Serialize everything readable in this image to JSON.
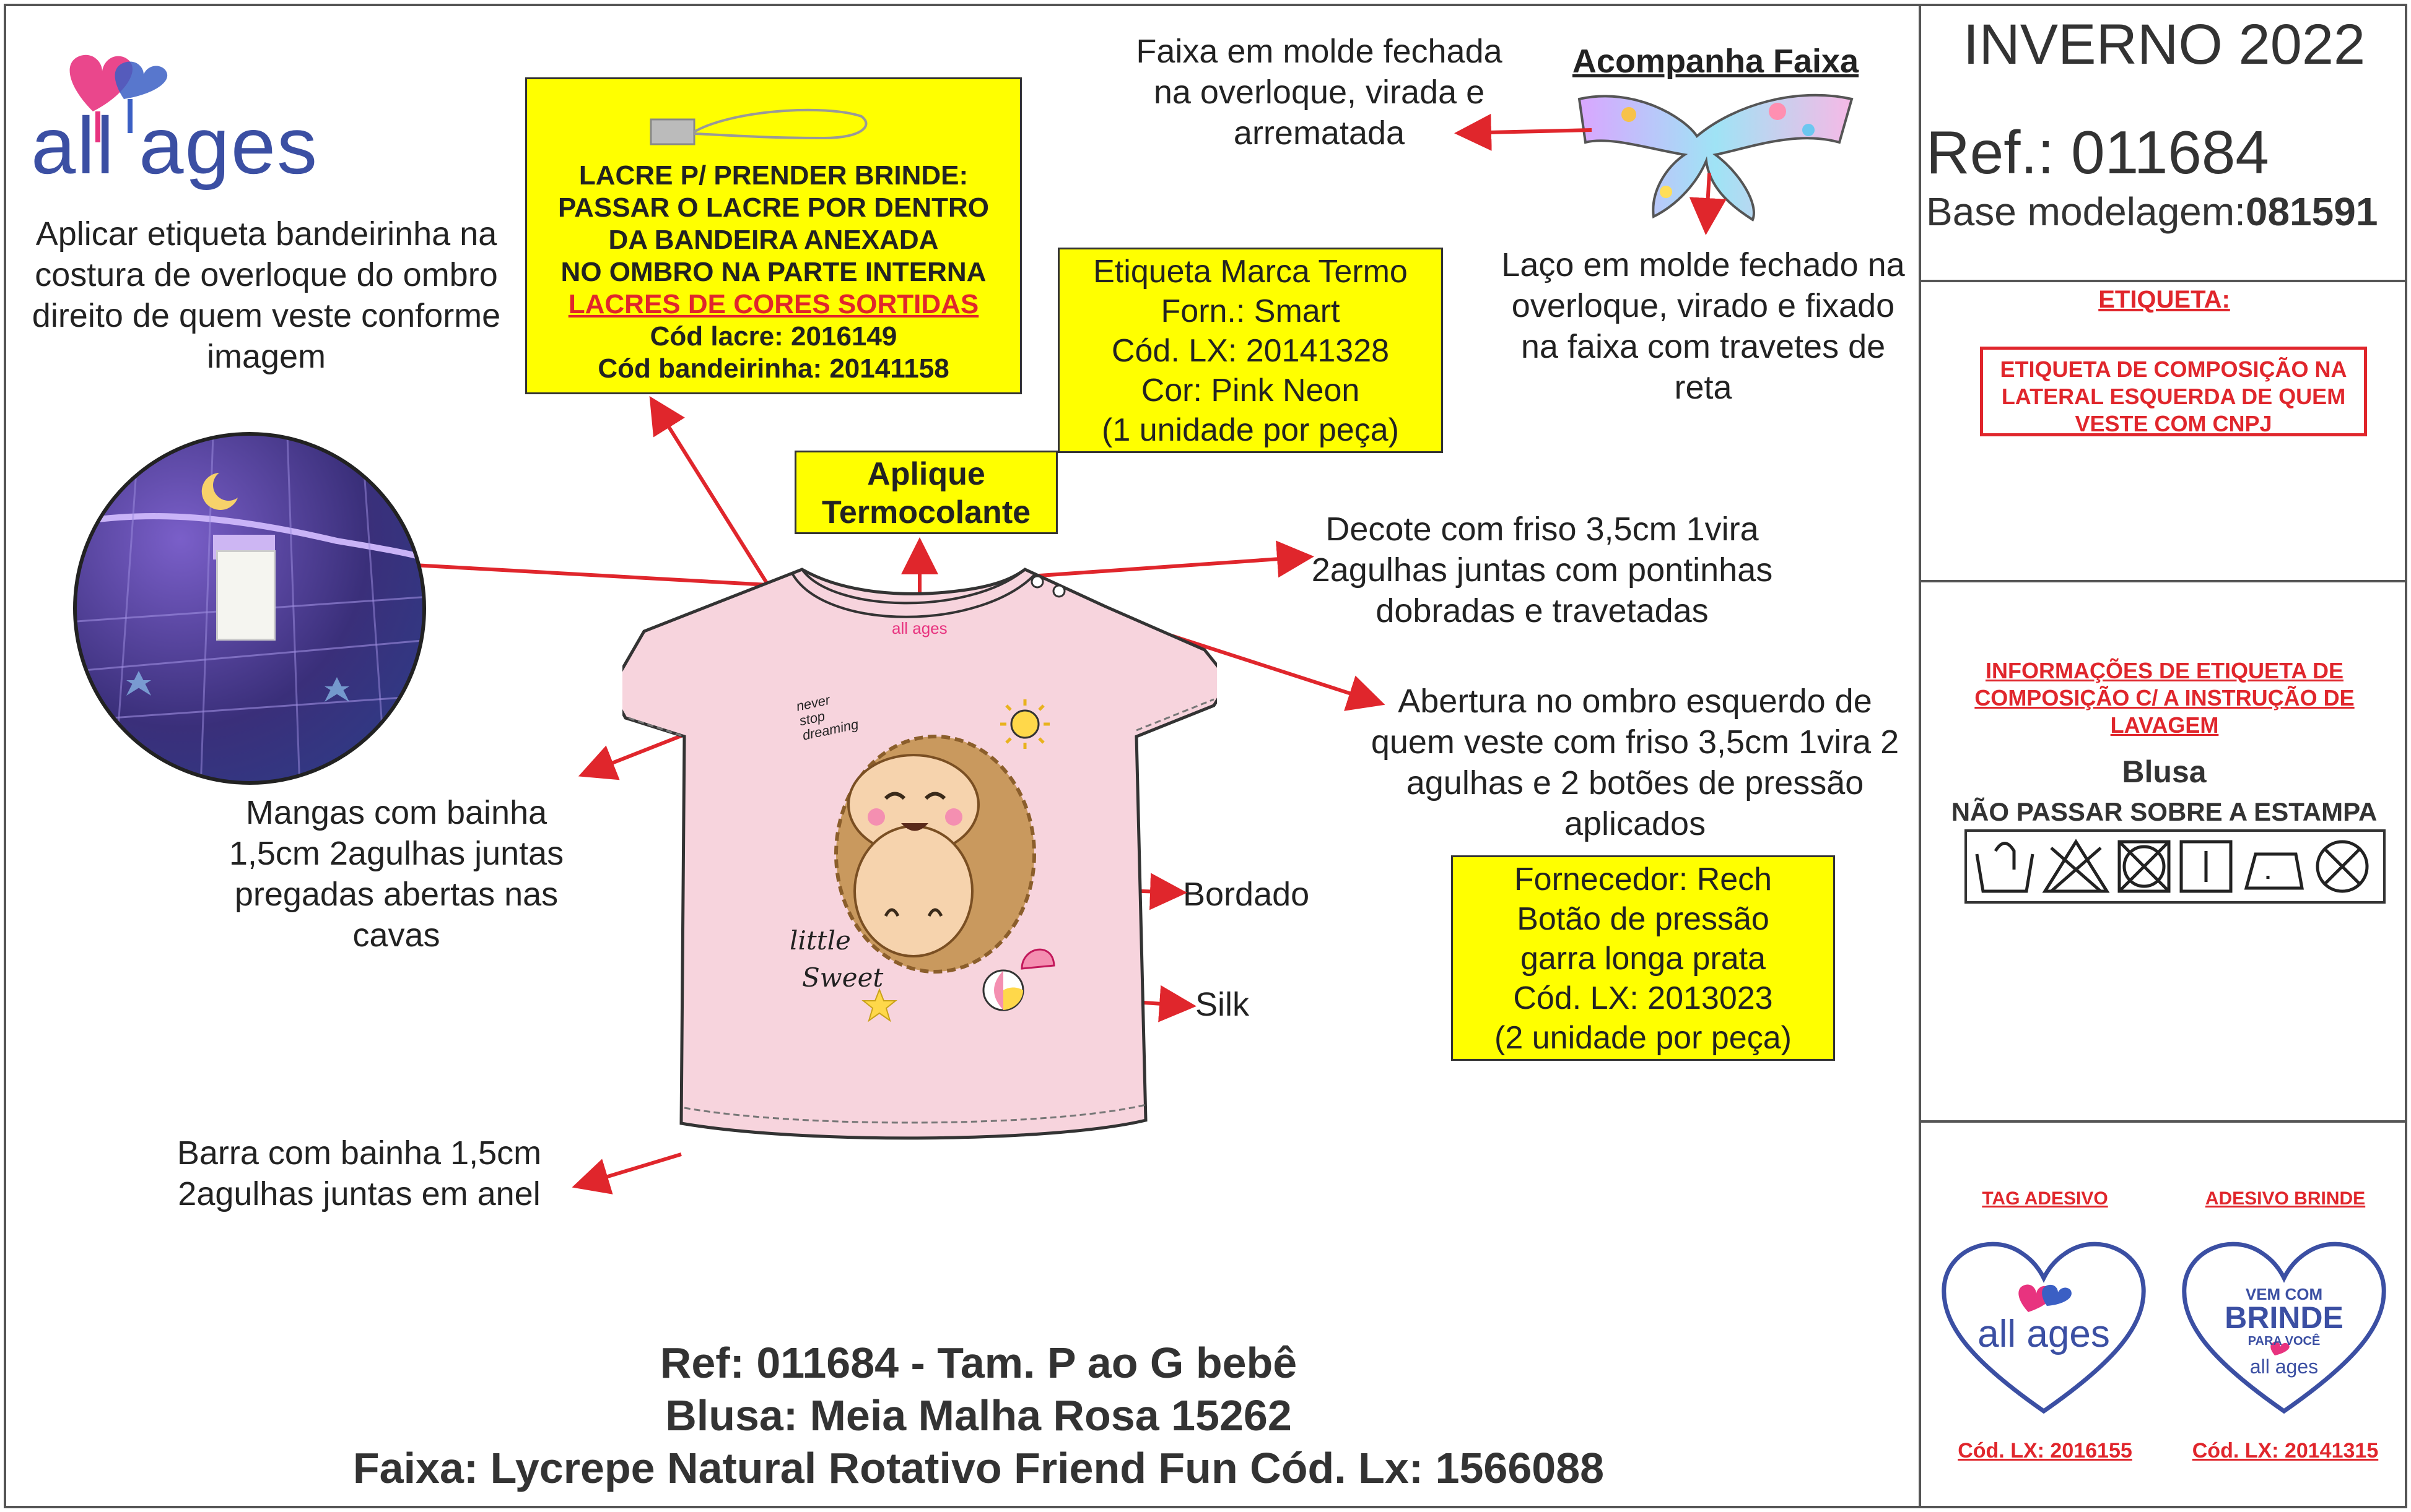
{
  "brand": {
    "name": "all ages"
  },
  "notes": {
    "bandeirinha": "Aplicar etiqueta bandeirinha na costura de overloque do ombro direito de quem veste conforme imagem",
    "faixa_molde": "Faixa em molde fechada na overloque, virada e arrematada",
    "acompanha_faixa": "Acompanha Faixa",
    "laco": "Laço em molde fechado na overloque, virado e fixado na faixa com travetes de reta",
    "decote": "Decote com friso 3,5cm 1vira 2agulhas juntas com pontinhas dobradas e travetadas",
    "abertura": "Abertura no ombro esquerdo de quem veste com friso 3,5cm 1vira 2 agulhas e 2 botões de pressão aplicados",
    "mangas": "Mangas com bainha 1,5cm 2agulhas juntas pregadas abertas nas cavas",
    "barra": "Barra com bainha 1,5cm 2agulhas juntas em anel",
    "bordado": "Bordado",
    "silk": "Silk"
  },
  "lacre_box": {
    "line1": "LACRE P/ PRENDER BRINDE:",
    "line2": "PASSAR O LACRE POR DENTRO",
    "line3": "DA BANDEIRA ANEXADA",
    "line4": "NO OMBRO NA PARTE INTERNA",
    "line5": "LACRES DE CORES SORTIDAS",
    "line6": "Cód lacre: 2016149",
    "line7": "Cód bandeirinha: 20141158"
  },
  "etiqueta_box": {
    "line1": "Etiqueta Marca Termo",
    "line2": "Forn.: Smart",
    "line3": "Cód. LX: 20141328",
    "line4": "Cor: Pink Neon",
    "line5": "(1 unidade por peça)"
  },
  "aplique_box": {
    "line1": "Aplique",
    "line2": "Termocolante"
  },
  "fornecedor_box": {
    "line1": "Fornecedor: Rech",
    "line2": "Botão de pressão",
    "line3": "garra longa prata",
    "line4": "Cód. LX: 2013023",
    "line5": "(2 unidade por peça)"
  },
  "shirt_print": {
    "never": "never",
    "stop": "stop",
    "dreaming": "dreaming",
    "little": "little",
    "sweet": "Sweet",
    "neck_label": "all ages"
  },
  "footer": {
    "line1": "Ref: 011684  - Tam. P ao G bebê",
    "line2": "Blusa: Meia Malha Rosa 15262",
    "line3": "Faixa: Lycrepe Natural Rotativo Friend Fun Cód. Lx: 1566088"
  },
  "side_panel": {
    "season": "INVERNO 2022",
    "ref": "Ref.: 011684",
    "base_label": "Base modelagem:",
    "base_value": "081591",
    "etiqueta_title": "ETIQUETA:",
    "etiqueta_text": "ETIQUETA DE COMPOSIÇÃO NA LATERAL ESQUERDA DE QUEM VESTE COM CNPJ",
    "info_title": "INFORMAÇÕES DE ETIQUETA DE COMPOSIÇÃO C/ A INSTRUÇÃO DE LAVAGEM",
    "product": "Blusa",
    "warning": "NÃO PASSAR SOBRE A ESTAMPA",
    "tag_adesivo": "TAG ADESIVO",
    "adesivo_brinde": "ADESIVO BRINDE",
    "tag_code": "Cód. LX: 2016155",
    "brinde_code": "Cód. LX: 20141315",
    "brinde_line1": "VEM COM",
    "brinde_line2": "BRINDE",
    "brinde_line3": "PARA VOCÊ",
    "tag_brand": "all ages",
    "brinde_brand": "all ages"
  },
  "colors": {
    "accent_red": "#e0262c",
    "note_yellow": "#ffff00",
    "brand_blue": "#3b4fa3",
    "shirt_pink": "#f7d4dd"
  }
}
